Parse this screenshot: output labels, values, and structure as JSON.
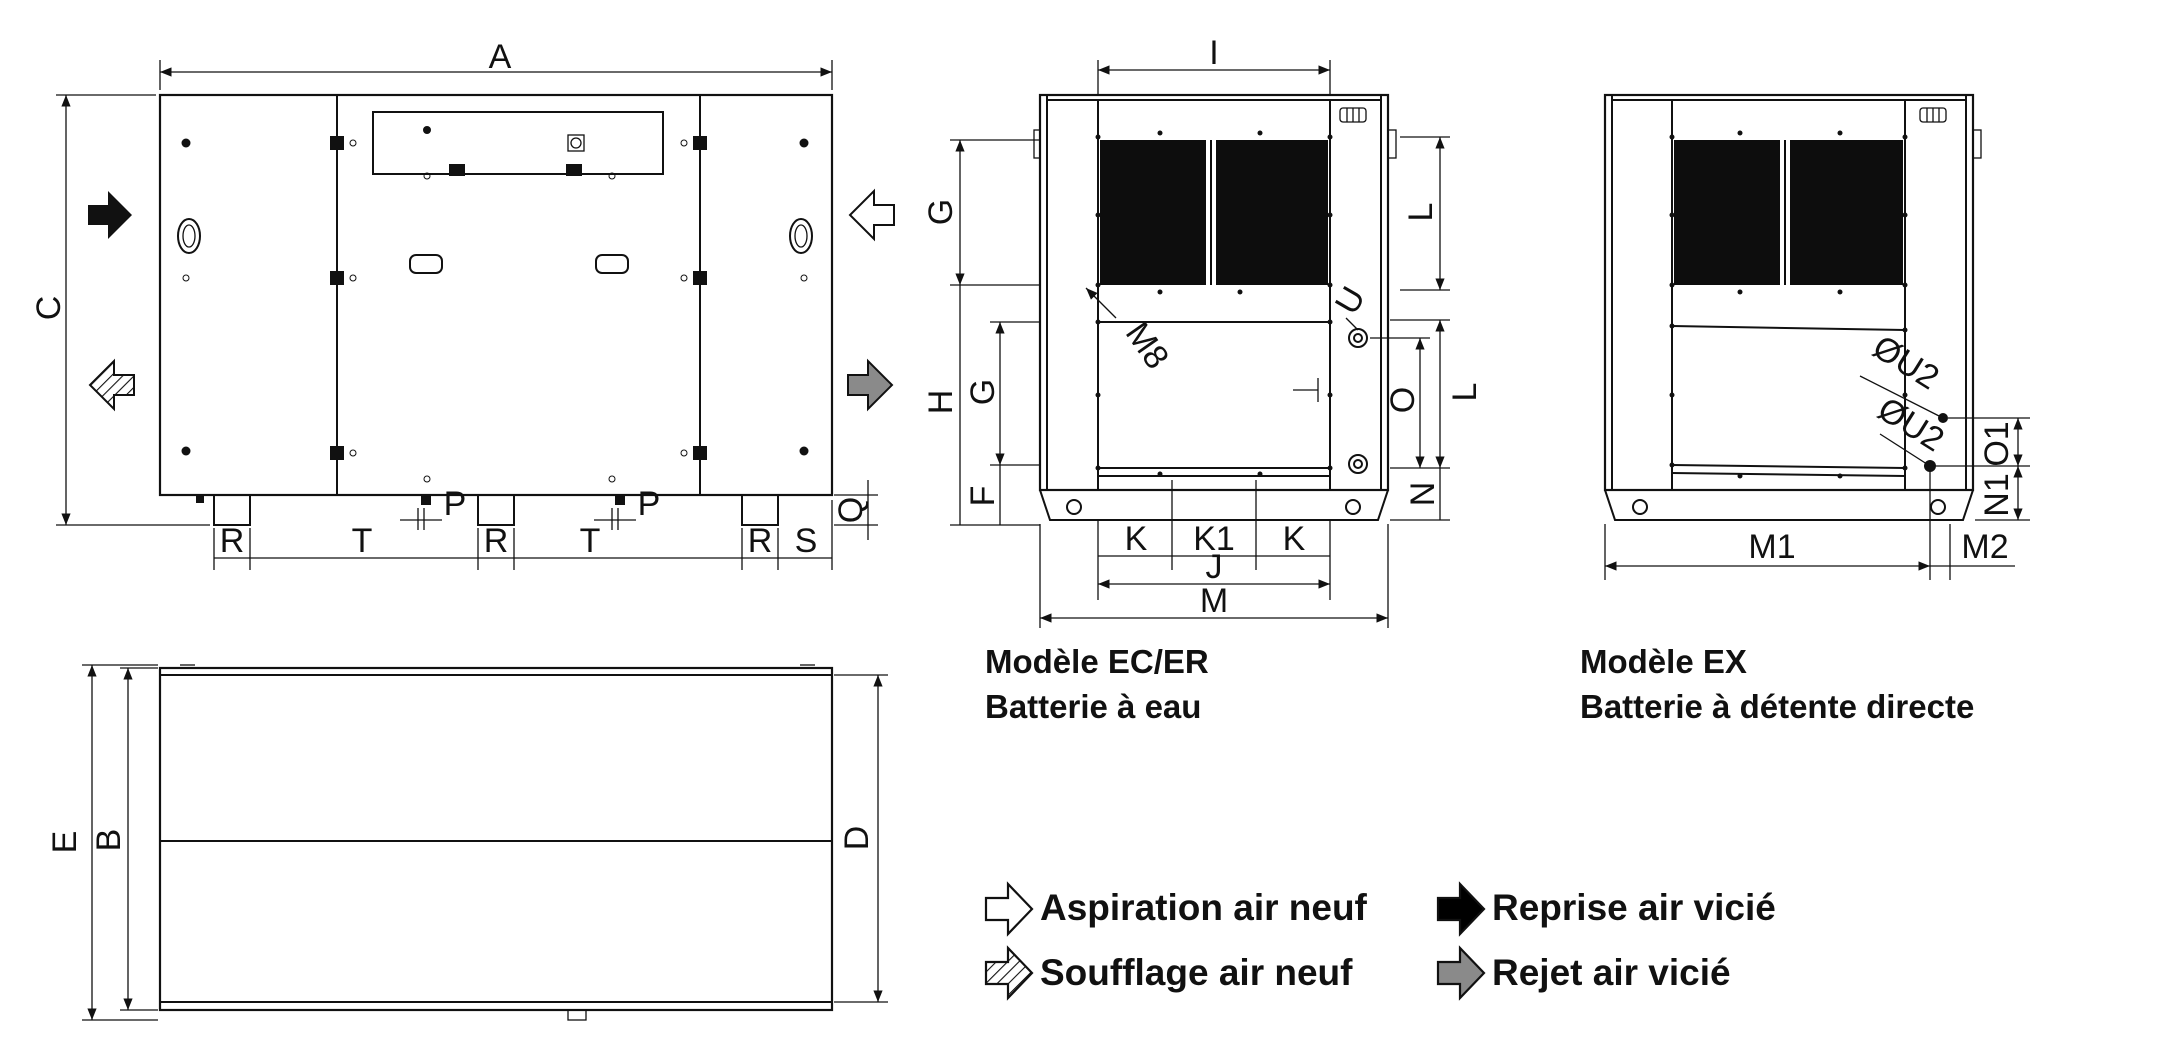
{
  "dimensions": {
    "A": "A",
    "B": "B",
    "C": "C",
    "D": "D",
    "E": "E",
    "F": "F",
    "G": "G",
    "H": "H",
    "I": "I",
    "J": "J",
    "K": "K",
    "K1": "K1",
    "L": "L",
    "M": "M",
    "M1": "M1",
    "M2": "M2",
    "M8": "M8",
    "N": "N",
    "N1": "N1",
    "O": "O",
    "O1": "O1",
    "P": "P",
    "Q": "Q",
    "R": "R",
    "S": "S",
    "T": "T",
    "U": "U",
    "OU2": "ØU2"
  },
  "captions": {
    "ec_line1": "Modèle EC/ER",
    "ec_line2": "Batterie à eau",
    "ex_line1": "Modèle EX",
    "ex_line2": "Batterie à détente directe"
  },
  "legend": {
    "aspiration": "Aspiration air neuf",
    "soufflage": "Soufflage air neuf",
    "reprise": "Reprise air vicié",
    "rejet": "Rejet air vicié"
  },
  "icons": {
    "aspiration": "white-arrow-icon",
    "soufflage": "hatched-arrow-icon",
    "reprise": "black-arrow-icon",
    "rejet": "grey-arrow-icon"
  },
  "colors": {
    "line": "#111111",
    "coil": "#0d0d0d",
    "rejet_arrow": "#8a8a8a",
    "reprise_arrow": "#000000",
    "background": "#ffffff"
  }
}
